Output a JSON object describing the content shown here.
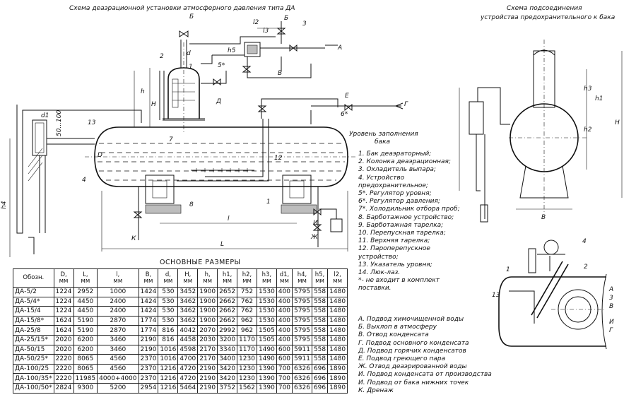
{
  "titles": {
    "main": "Схема деаэрационной установки атмосферного давления типа ДА",
    "side": [
      "Схема подсоединения",
      "устройства предохранительного к бака"
    ]
  },
  "labels": {
    "water_level": [
      "Уровень заполнения",
      "бака"
    ],
    "letters": [
      "А",
      "Б",
      "Б",
      "В",
      "Г",
      "Д",
      "Е",
      "Ж",
      "И",
      "К",
      "А",
      "В",
      "И",
      "Г"
    ],
    "dims": [
      "l2",
      "l3",
      "h5",
      "d",
      "h",
      "H",
      "h1",
      "h2",
      "h3",
      "h4",
      "D",
      "L",
      "l",
      "d1",
      "50...100",
      "B",
      "H"
    ],
    "callouts": [
      "1",
      "2",
      "3",
      "4",
      "5*",
      "6*",
      "7",
      "8",
      "12",
      "13"
    ]
  },
  "table": {
    "title": "ОСНОВНЫЕ РАЗМЕРЫ",
    "headers": [
      [
        "Обозн.",
        ""
      ],
      [
        "D,",
        "мм"
      ],
      [
        "L,",
        "мм"
      ],
      [
        "l,",
        "мм"
      ],
      [
        "B,",
        "мм"
      ],
      [
        "d,",
        "мм"
      ],
      [
        "H,",
        "мм"
      ],
      [
        "h,",
        "мм"
      ],
      [
        "h1,",
        "мм"
      ],
      [
        "h2,",
        "мм"
      ],
      [
        "h3,",
        "мм"
      ],
      [
        "d1,",
        "мм"
      ],
      [
        "h4,",
        "мм"
      ],
      [
        "h5,",
        "мм"
      ],
      [
        "l2,",
        "мм"
      ]
    ],
    "rows": [
      [
        "ДА-5/2",
        "1224",
        "2952",
        "1000",
        "1424",
        "530",
        "3452",
        "1900",
        "2652",
        "752",
        "1530",
        "400",
        "5795",
        "558",
        "1480"
      ],
      [
        "ДА-5/4*",
        "1224",
        "4450",
        "2400",
        "1424",
        "530",
        "3462",
        "1900",
        "2662",
        "762",
        "1530",
        "400",
        "5795",
        "558",
        "1480"
      ],
      [
        "ДА-15/4",
        "1224",
        "4450",
        "2400",
        "1424",
        "530",
        "3462",
        "1900",
        "2662",
        "762",
        "1530",
        "400",
        "5795",
        "558",
        "1480"
      ],
      [
        "ДА-15/8*",
        "1624",
        "5190",
        "2870",
        "1774",
        "530",
        "3462",
        "1900",
        "2662",
        "962",
        "1530",
        "400",
        "5795",
        "558",
        "1480"
      ],
      [
        "ДА-25/8",
        "1624",
        "5190",
        "2870",
        "1774",
        "816",
        "4042",
        "2070",
        "2992",
        "962",
        "1505",
        "400",
        "5795",
        "558",
        "1480"
      ],
      [
        "ДА-25/15*",
        "2020",
        "6200",
        "3460",
        "2190",
        "816",
        "4458",
        "2030",
        "3200",
        "1170",
        "1505",
        "400",
        "5795",
        "558",
        "1480"
      ],
      [
        "ДА-50/15",
        "2020",
        "6200",
        "3460",
        "2190",
        "1016",
        "4598",
        "2170",
        "3340",
        "1170",
        "1490",
        "600",
        "5911",
        "558",
        "1480"
      ],
      [
        "ДА-50/25*",
        "2220",
        "8065",
        "4560",
        "2370",
        "1016",
        "4700",
        "2170",
        "3400",
        "1230",
        "1490",
        "600",
        "5911",
        "558",
        "1480"
      ],
      [
        "ДА-100/25",
        "2220",
        "8065",
        "4560",
        "2370",
        "1216",
        "4720",
        "2190",
        "3420",
        "1230",
        "1390",
        "700",
        "6326",
        "696",
        "1890"
      ],
      [
        "ДА-100/35*",
        "2220",
        "11985",
        "4000+4000",
        "2370",
        "1216",
        "4720",
        "2190",
        "3420",
        "1230",
        "1390",
        "700",
        "6326",
        "696",
        "1890"
      ],
      [
        "ДА-100/50*",
        "2824",
        "9300",
        "5200",
        "2954",
        "1216",
        "5464",
        "2190",
        "3752",
        "1562",
        "1390",
        "700",
        "6326",
        "696",
        "1890"
      ]
    ]
  },
  "legend": [
    "1. Бак деаэраторный;",
    "2. Колонка деаэрационная;",
    "3. Охладитель выпара;",
    "4. Устройство",
    "предохранительное;",
    "5*. Регулятор уровня;",
    "6*. Регулятор давления;",
    "7*. Холодильник отбора проб;",
    "8. Барботажное устройство;",
    "9. Барботажная тарелка;",
    "10. Перепускная тарелка;",
    "11. Верхняя тарелка;",
    "12. Пароперепускное",
    "устройство;",
    "13. Указатель уровня;",
    "14. Люк-лаз.",
    "*- не входит в комплект",
    "поставки."
  ],
  "flows": [
    "А. Подвод химочищенной воды",
    "Б. Выхлоп в атмосферу",
    "В. Отвод конденсата",
    "Г. Подвод основного конденсата",
    "Д. Подвод горячих конденсатов",
    "Е. Подвод греющего пара",
    "Ж. Отвод деаэрированной воды",
    "И. Подвод конденсата от производства",
    "И. Подвод от бака нижних точек",
    "К. Дренаж"
  ]
}
